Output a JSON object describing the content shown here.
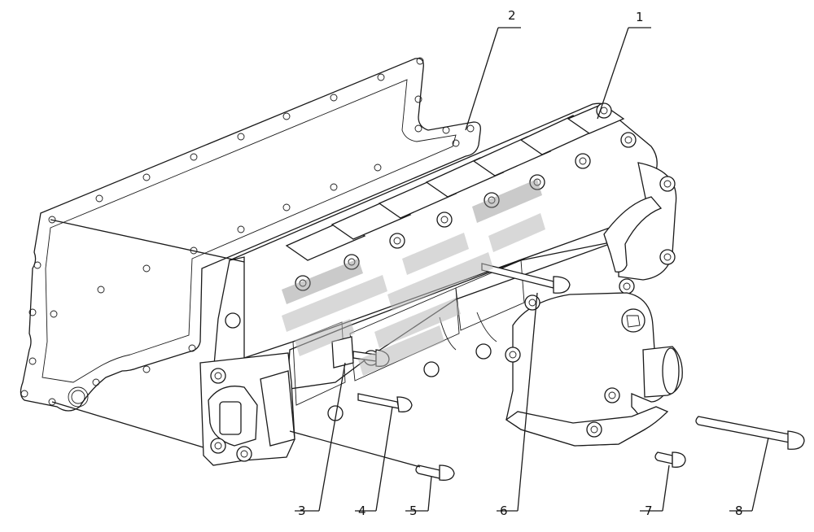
{
  "callouts": [
    {
      "label": "1"
    },
    {
      "label": "2"
    },
    {
      "label": "3"
    },
    {
      "label": "4"
    },
    {
      "label": "5"
    },
    {
      "label": "6"
    },
    {
      "label": "7"
    },
    {
      "label": "8"
    }
  ]
}
